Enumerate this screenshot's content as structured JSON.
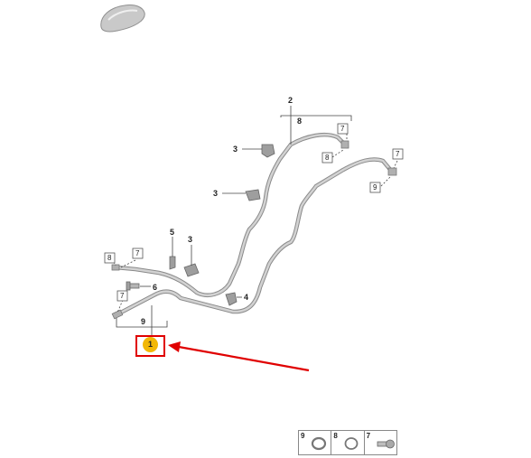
{
  "callouts": {
    "c2": "2",
    "c8_top": "8",
    "c7_a": "7",
    "c8_b": "8",
    "c7_b": "7",
    "c9_b": "9",
    "c3_a": "3",
    "c3_b": "3",
    "c5": "5",
    "c3_c": "3",
    "c8_left": "8",
    "c7_left": "7",
    "c6": "6",
    "c7_c": "7",
    "c4": "4",
    "c9_main": "9"
  },
  "highlight": {
    "label": "1",
    "badge_color": "#f2b705",
    "frame_color": "#e00000"
  },
  "arrow": {
    "color": "#e00000"
  },
  "legend": [
    {
      "number": "9",
      "icon": "o-ring-icon"
    },
    {
      "number": "8",
      "icon": "o-ring-icon"
    },
    {
      "number": "7",
      "icon": "bolt-icon"
    }
  ],
  "colors": {
    "pipe": "#bdbdbd",
    "pipe_outline": "#8a8a8a",
    "leader": "#444444"
  }
}
